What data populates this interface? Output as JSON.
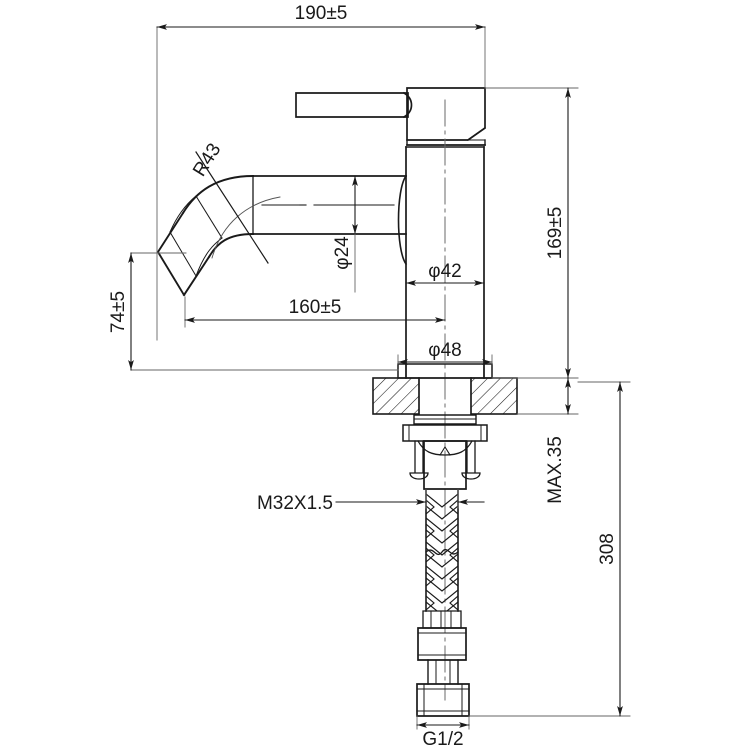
{
  "drawing": {
    "type": "engineering-drawing",
    "subject": "single-lever basin faucet / mixer tap",
    "projection": "side elevation, half section",
    "units": "mm",
    "line_color": "#1a1a1a",
    "background_color": "#ffffff"
  },
  "dimensions": {
    "overall_spout_reach": "190±5",
    "spout_center_reach": "160±5",
    "spout_outlet_height": "74±5",
    "body_height": "169±5",
    "total_height": "308",
    "max_deck_thickness": "MAX.35",
    "spout_tube_diameter": "φ24",
    "body_diameter": "φ42",
    "base_flange_diameter": "φ48",
    "mounting_thread": "M32X1.5",
    "inlet_thread": "G1/2",
    "spout_bend_radius": "R43"
  },
  "labels": [
    {
      "id": "dim-190",
      "text": "190±5",
      "kind": "horizontal-dimension"
    },
    {
      "id": "dim-160",
      "text": "160±5",
      "kind": "horizontal-dimension"
    },
    {
      "id": "dim-74",
      "text": "74±5",
      "kind": "vertical-dimension"
    },
    {
      "id": "dim-169",
      "text": "169±5",
      "kind": "vertical-dimension"
    },
    {
      "id": "dim-308",
      "text": "308",
      "kind": "vertical-dimension"
    },
    {
      "id": "dim-max35",
      "text": "MAX.35",
      "kind": "vertical-dimension"
    },
    {
      "id": "dim-phi24",
      "text": "φ24",
      "kind": "diameter"
    },
    {
      "id": "dim-phi42",
      "text": "φ42",
      "kind": "diameter"
    },
    {
      "id": "dim-phi48",
      "text": "φ48",
      "kind": "diameter"
    },
    {
      "id": "dim-m32",
      "text": "M32X1.5",
      "kind": "thread-callout"
    },
    {
      "id": "dim-g12",
      "text": "G1/2",
      "kind": "thread-callout"
    },
    {
      "id": "dim-r43",
      "text": "R43",
      "kind": "radius"
    }
  ]
}
